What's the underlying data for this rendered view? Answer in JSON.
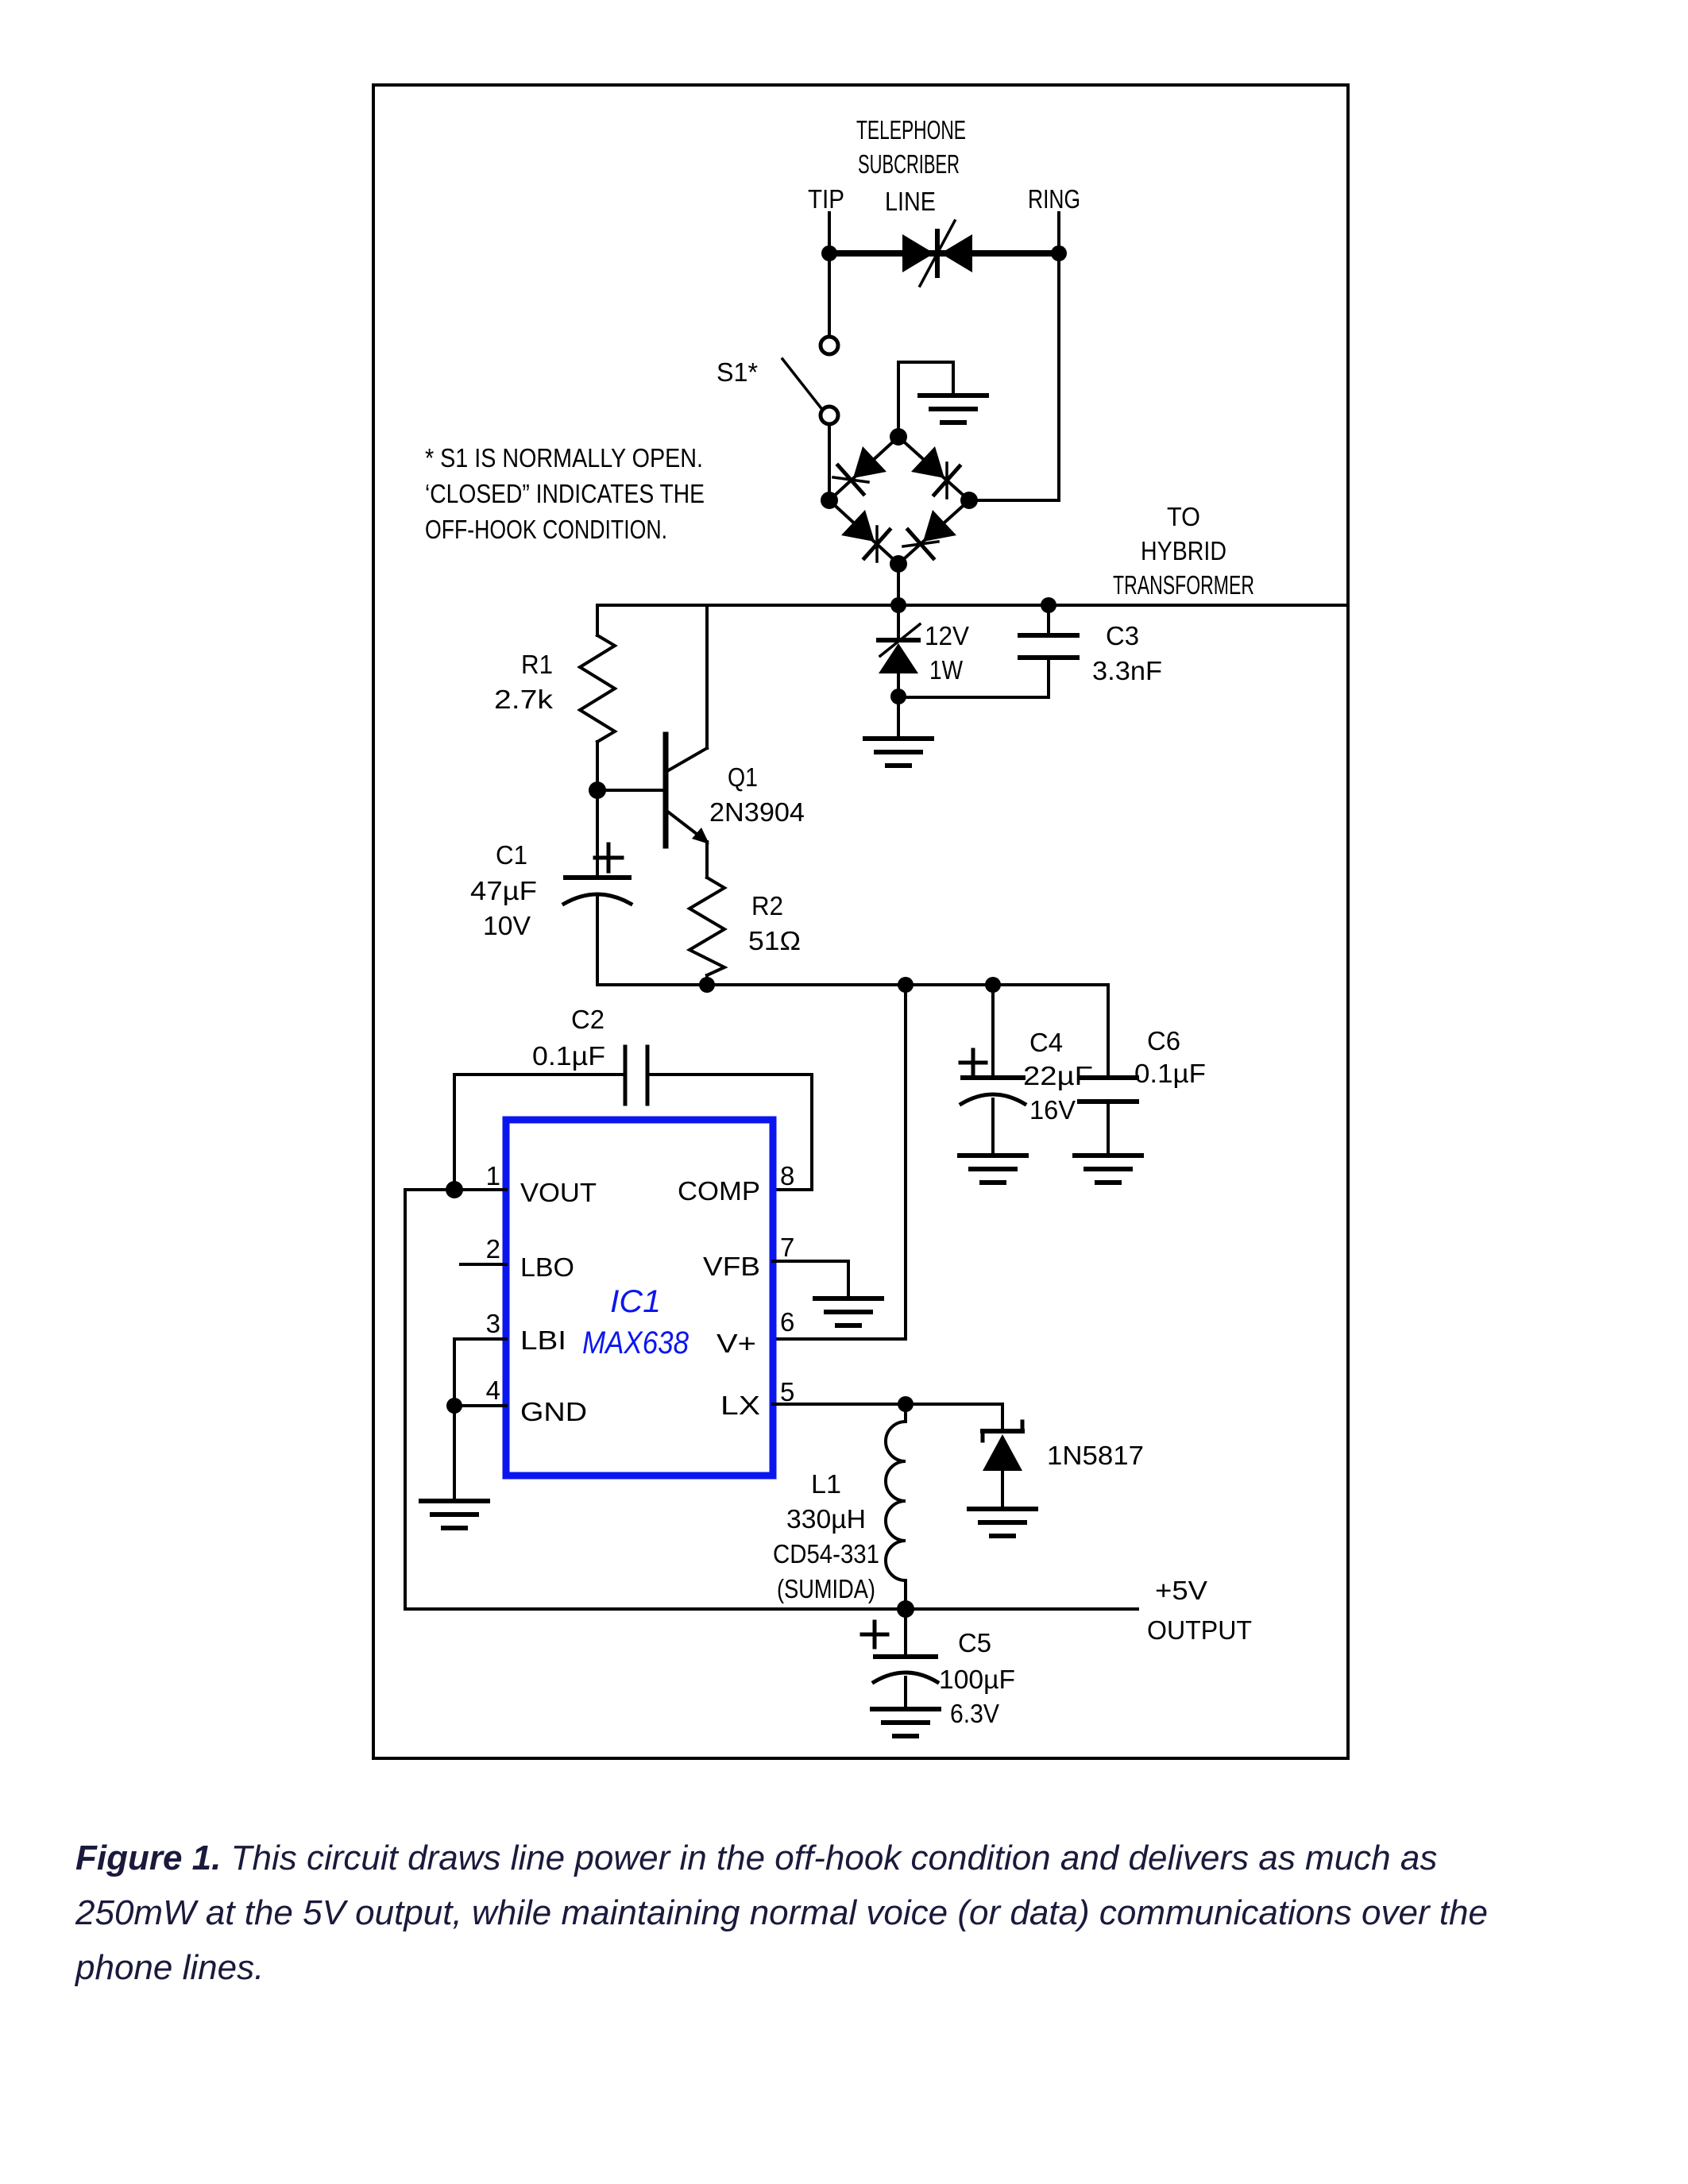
{
  "labels": {
    "title1": "TELEPHONE",
    "title2": "SUBCRIBER",
    "title3": "LINE",
    "tip": "TIP",
    "ring": "RING",
    "s1": "S1*",
    "note1": "* S1 IS NORMALLY OPEN.",
    "note2": "‘CLOSED” INDICATES THE",
    "note3": "OFF-HOOK CONDITION.",
    "to1": "TO",
    "to2": "HYBRID",
    "to3": "TRANSFORMER",
    "zener_v": "12V",
    "zener_w": "1W",
    "out1": "+5V",
    "out2": "OUTPUT"
  },
  "components": {
    "c3_ref": "C3",
    "c3_val": "3.3nF",
    "r1_ref": "R1",
    "r1_val": "2.7k",
    "q1_ref": "Q1",
    "q1_val": "2N3904",
    "c1_ref": "C1",
    "c1_val": "47µF",
    "c1_v": "10V",
    "r2_ref": "R2",
    "r2_val": "51Ω",
    "c2_ref": "C2",
    "c2_val": "0.1µF",
    "c4_ref": "C4",
    "c4_val": "22µF",
    "c4_v": "16V",
    "c6_ref": "C6",
    "c6_val": "0.1µF",
    "l1_ref": "L1",
    "l1_val": "330µH",
    "l1_part": "CD54-331",
    "l1_mfr": "(SUMIDA)",
    "d2_part": "1N5817",
    "c5_ref": "C5",
    "c5_val": "100µF",
    "c5_v": "6.3V"
  },
  "ic": {
    "ref": "IC1",
    "part": "MAX638",
    "pins": [
      {
        "num": "1",
        "name": "VOUT"
      },
      {
        "num": "2",
        "name": "LBO"
      },
      {
        "num": "3",
        "name": "LBI"
      },
      {
        "num": "4",
        "name": "GND"
      },
      {
        "num": "5",
        "name": "LX"
      },
      {
        "num": "6",
        "name": "V+"
      },
      {
        "num": "7",
        "name": "VFB"
      },
      {
        "num": "8",
        "name": "COMP"
      }
    ]
  },
  "caption": {
    "label": "Figure 1.",
    "line1": " This circuit draws line power in the off-hook condition and delivers as much as",
    "line2": "250mW at the 5V output, while maintaining normal voice (or data) communications over the",
    "line3": "phone lines."
  },
  "colors": {
    "ink": "#000000",
    "ic_blue": "#0b16ee",
    "caption": "#1a1a3c"
  }
}
